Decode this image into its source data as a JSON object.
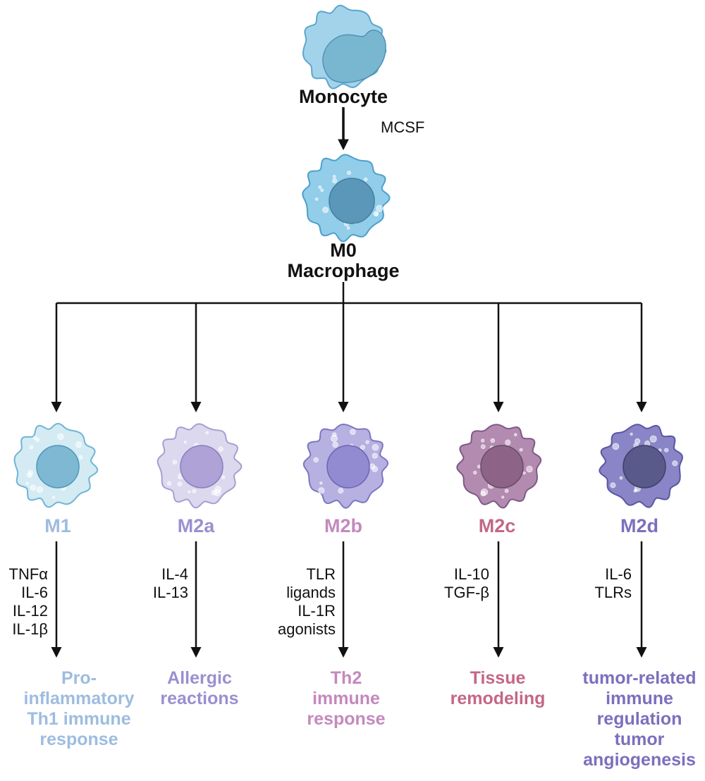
{
  "monocyte": {
    "label": "Monocyte",
    "colors": {
      "membrane": "#a3d3ea",
      "edge": "#5aa7cf",
      "nucleus": "#79b7d0",
      "nucleus_edge": "#4f93b4"
    }
  },
  "mcsf_label": "MCSF",
  "m0": {
    "line1": "M0",
    "line2": "Macrophage",
    "colors": {
      "membrane": "#92cde9",
      "edge": "#4d9fcb",
      "nucleus": "#5b97b8",
      "nucleus_edge": "#3f7ea0"
    }
  },
  "subtypes": [
    {
      "id": "m1",
      "label": "M1",
      "label_color": "#9ebce0",
      "cell": {
        "membrane": "#d4ebf3",
        "edge": "#6fb5d5",
        "nucleus": "#7fb8d2",
        "nucleus_edge": "#4e97ba"
      },
      "factors": [
        "TNFα",
        "IL-6",
        "IL-12",
        "IL-1β"
      ],
      "factors_align": "right",
      "outcome": [
        "Pro-",
        "inflammatory",
        "Th1 immune",
        "response"
      ],
      "outcome_color": "#9ebce0"
    },
    {
      "id": "m2a",
      "label": "M2a",
      "label_color": "#9b8fd0",
      "cell": {
        "membrane": "#dcd8ee",
        "edge": "#a89ed2",
        "nucleus": "#aea2d6",
        "nucleus_edge": "#8a7ec0"
      },
      "factors": [
        "IL-4",
        "IL-13"
      ],
      "factors_align": "right",
      "outcome": [
        "Allergic",
        "reactions"
      ],
      "outcome_color": "#9b8fd0"
    },
    {
      "id": "m2b",
      "label": "M2b",
      "label_color": "#c489bd",
      "cell": {
        "membrane": "#b7b1e2",
        "edge": "#7e76c2",
        "nucleus": "#938bd2",
        "nucleus_edge": "#6c64b2"
      },
      "factors": [
        "TLR",
        "ligands",
        "IL-1R",
        "agonists"
      ],
      "factors_align": "right",
      "outcome": [
        "Th2",
        "immune",
        "response"
      ],
      "outcome_color": "#c489bd"
    },
    {
      "id": "m2c",
      "label": "M2c",
      "label_color": "#c46785",
      "cell": {
        "membrane": "#b38ab0",
        "edge": "#7e5a86",
        "nucleus": "#8d6488",
        "nucleus_edge": "#6a4a6c"
      },
      "factors": [
        "IL-10",
        "TGF-β"
      ],
      "factors_align": "right",
      "outcome": [
        "Tissue",
        "remodeling"
      ],
      "outcome_color": "#c46785"
    },
    {
      "id": "m2d",
      "label": "M2d",
      "label_color": "#7c6fbd",
      "cell": {
        "membrane": "#8a85c7",
        "edge": "#5b56a0",
        "nucleus": "#5a5a8a",
        "nucleus_edge": "#3e3e6a"
      },
      "factors": [
        "IL-6",
        "TLRs"
      ],
      "factors_align": "right",
      "outcome": [
        "tumor-related",
        "immune",
        "regulation",
        "tumor",
        "angiogenesis"
      ],
      "outcome_color": "#7c6fbd"
    }
  ]
}
